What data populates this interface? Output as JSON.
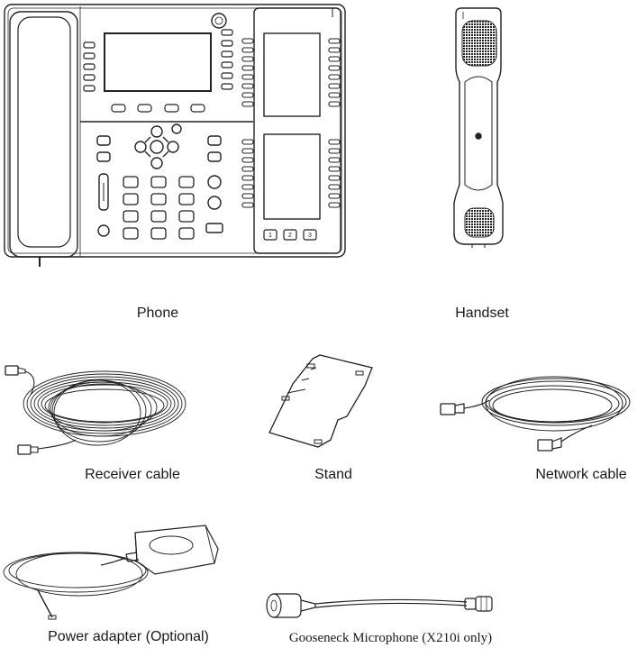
{
  "items": [
    {
      "id": "phone",
      "caption": "Phone",
      "icon": "desk-phone-illustration"
    },
    {
      "id": "handset",
      "caption": "Handset",
      "icon": "handset-illustration"
    },
    {
      "id": "receiver_cable",
      "caption": "Receiver cable",
      "icon": "coiled-cable-illustration"
    },
    {
      "id": "stand",
      "caption": "Stand",
      "icon": "stand-illustration"
    },
    {
      "id": "network_cable",
      "caption": "Network cable",
      "icon": "network-cable-illustration"
    },
    {
      "id": "power_adapter",
      "caption": "Power adapter (Optional)",
      "icon": "power-adapter-illustration"
    },
    {
      "id": "gooseneck",
      "caption": "Gooseneck Microphone (X210i only)",
      "icon": "gooseneck-microphone-illustration"
    }
  ],
  "expansion_keys": [
    "1",
    "2",
    "3"
  ]
}
